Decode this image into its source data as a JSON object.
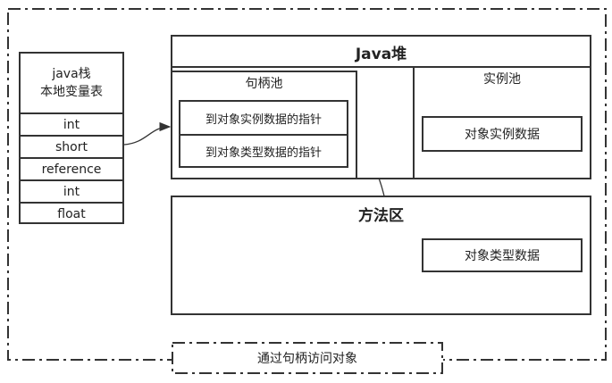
{
  "caption": "通过句柄访问对象",
  "stack": {
    "title_line1": "java栈",
    "title_line2": "本地变量表",
    "cells": [
      "int",
      "short",
      "reference",
      "int",
      "float"
    ]
  },
  "heap": {
    "title": "Java堆",
    "handle_pool": {
      "title": "句柄池",
      "items": [
        "到对象实例数据的指针",
        "到对象类型数据的指针"
      ]
    },
    "instance_pool": {
      "title": "实例池",
      "item": "对象实例数据"
    }
  },
  "method_area": {
    "title": "方法区",
    "item": "对象类型数据"
  }
}
